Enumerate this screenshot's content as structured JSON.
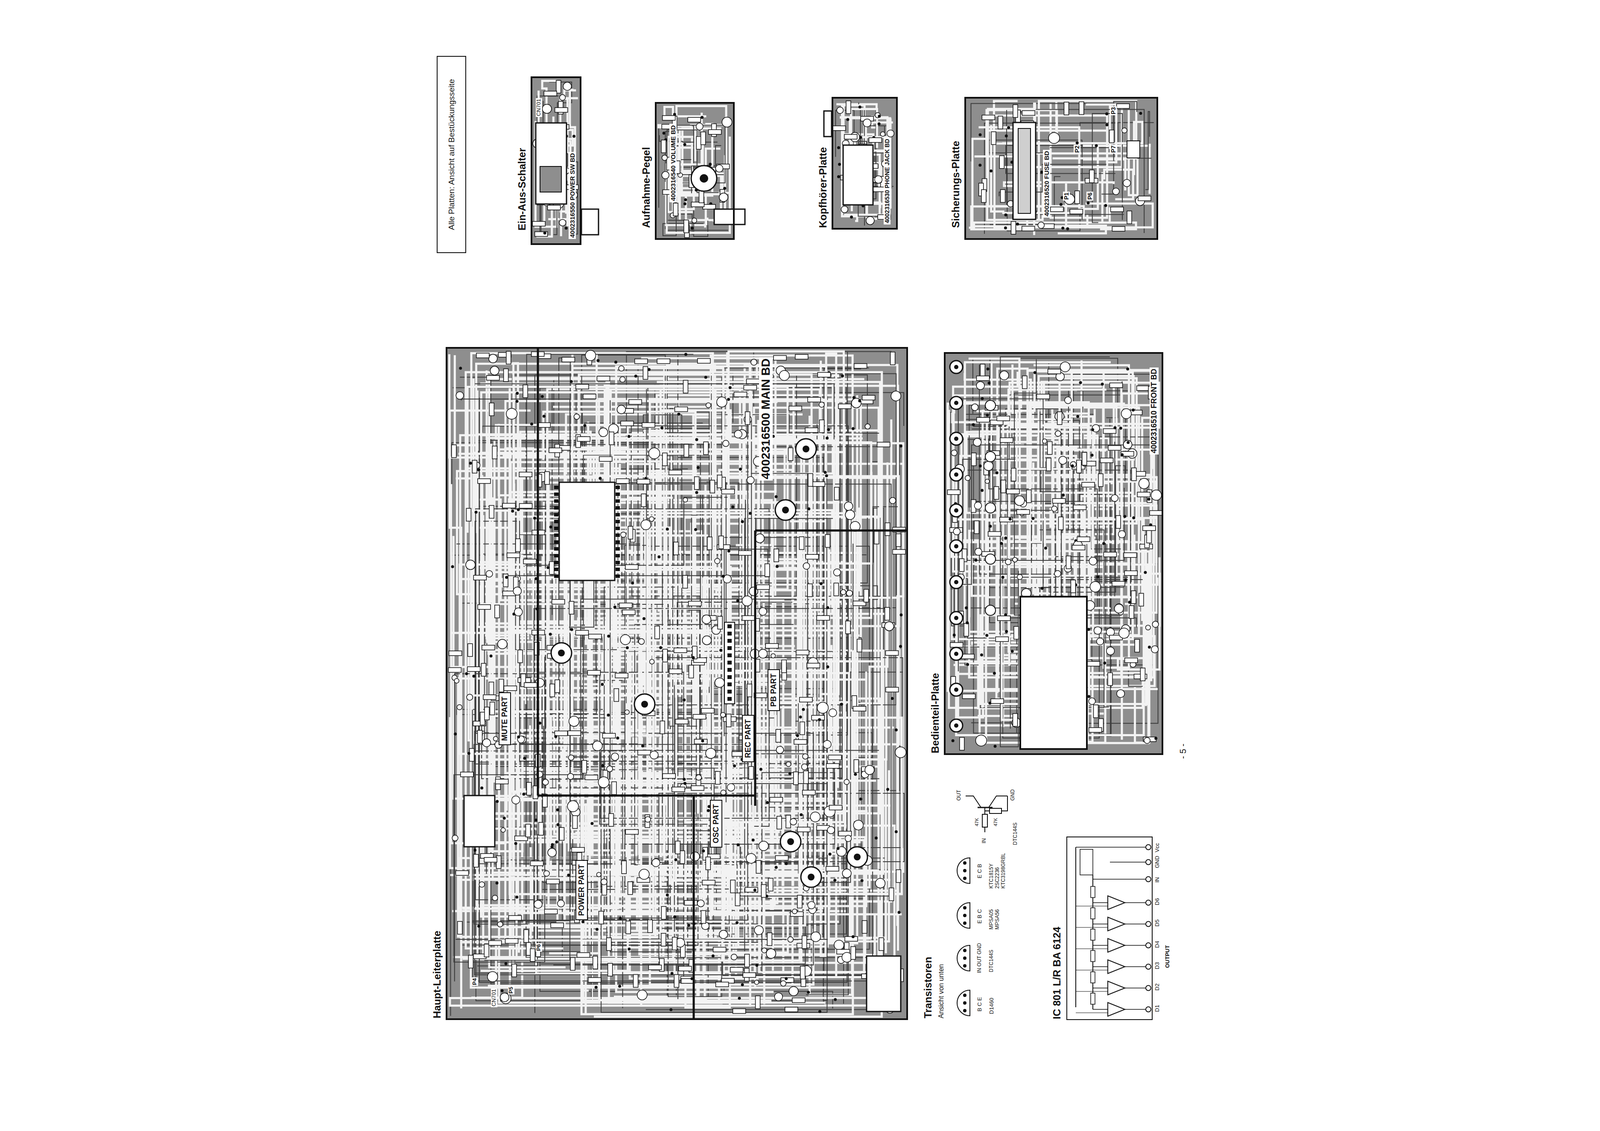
{
  "diagram": {
    "nodes": [
      {
        "text": [
          "Alle Platten: Ansicht auf Bestückungsseite"
        ]
      },
      {
        "text": [
          "Haupt-Leiterplatte",
          "4002316500 MAIN BD"
        ]
      },
      {
        "text": [
          "MUTE PART"
        ],
        "in": 1
      },
      {
        "text": [
          "POWER PART"
        ],
        "in": 1
      },
      {
        "text": [
          "OSC PART"
        ],
        "in": 1
      },
      {
        "text": [
          "REC PART"
        ],
        "in": 1
      },
      {
        "text": [
          "PB PART"
        ],
        "in": 1
      },
      {
        "text": [
          "Ein-Aus-Schalter",
          "4002316550 POWER SW BD"
        ]
      },
      {
        "text": [
          "Aufnahme-Pegel",
          "4002316540 VOLUME BD"
        ]
      },
      {
        "text": [
          "Kopfhörer-Platte",
          "4002316530 PHONE JACK BD"
        ]
      },
      {
        "text": [
          "Bedienteil-Platte",
          "4002316510 FRONT BD"
        ]
      },
      {
        "text": [
          "Sicherungs-Platte",
          "4002316520 FUSE BD"
        ]
      },
      {
        "text": [
          "IC 801 L/R BA 6124"
        ]
      }
    ],
    "labels": [
      "- 5 -",
      "Transistoren",
      "Ansicht von unten",
      "B C E",
      "D1460",
      "IN OUT GND",
      "DTC144S",
      "E B C",
      "MPSA05 MPSA56",
      "E C B",
      "KTC1815Y 2SC2236 KTC3198GRBL",
      "IN",
      "OUT",
      "GND",
      "47K",
      "47K",
      "DTC144S",
      "D1",
      "D2",
      "D3",
      "D4",
      "D5",
      "D6",
      "IN",
      "GND",
      "Vcc",
      "OUTPUT",
      "P1",
      "P2",
      "P3",
      "P6",
      "P7",
      "CN701",
      "CN701",
      "P4",
      "P5",
      "P6"
    ]
  }
}
